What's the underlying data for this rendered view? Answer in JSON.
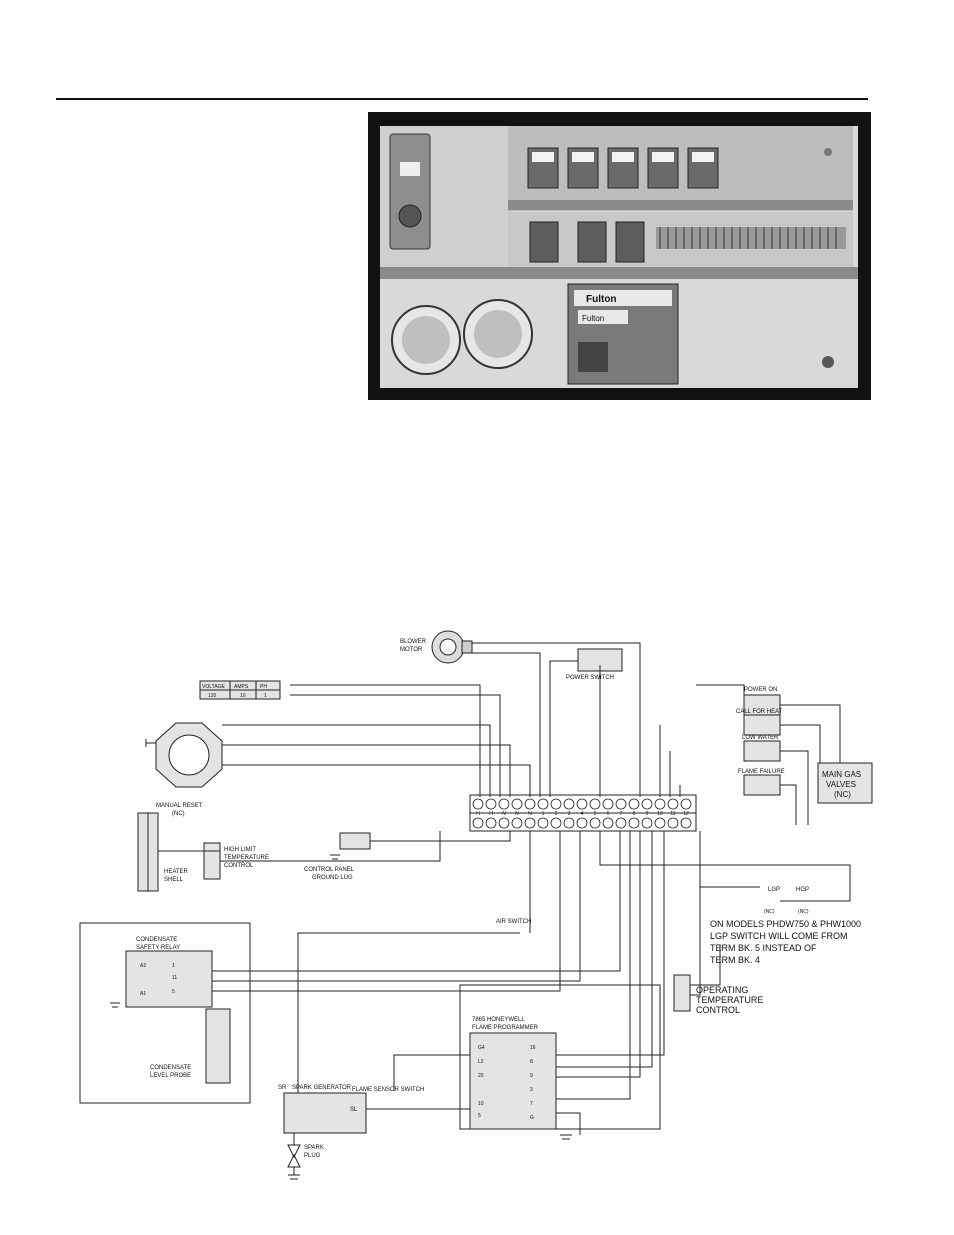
{
  "photo": {
    "brand_label": "Fulton",
    "brand_label_small": "Fulton"
  },
  "diagram": {
    "labels": {
      "blower_motor_1": "BLOWER",
      "blower_motor_2": "MOTOR",
      "power_switch": "POWER SWITCH",
      "power_on": "POWER ON",
      "call_for_heat": "CALL FOR HEAT",
      "low_water": "LOW WATER",
      "flame_failure": "FLAME FAILURE",
      "main_gas_1": "MAIN GAS",
      "main_gas_2": "VALVES",
      "main_gas_3": "(NC)",
      "manual_reset_1": "MANUAL RESET",
      "manual_reset_2": "(NC)",
      "heater_shell_1": "HEATER",
      "heater_shell_2": "SHELL",
      "high_limit_1": "HIGH LIMIT",
      "high_limit_2": "TEMPERATURE",
      "high_limit_3": "CONTROL",
      "ground_lug_1": "CONTROL PANEL",
      "ground_lug_2": "GROUND LUG",
      "air_switch": "AIR SWITCH",
      "condensate_relay_1": "CONDENSATE",
      "condensate_relay_2": "SAFETY RELAY",
      "condensate_probe_1": "CONDENSATE",
      "condensate_probe_2": "LEVEL PROBE",
      "programmer_1": "7865 HONEYWELL",
      "programmer_2": "FLAME PROGRAMMER",
      "operating_1": "OPERATING",
      "operating_2": "TEMPERATURE",
      "operating_3": "CONTROL",
      "spark_generator": "SPARK GENERATOR",
      "flame_sensor": "FLAME SENSOR SWITCH",
      "spark_plug_1": "SPARK",
      "spark_plug_2": "PLUG",
      "lgp": "LGP",
      "hgp": "HGP",
      "nc1": "(NC)",
      "nc2": "(NC)",
      "note_1": "ON MODELS PHDW750 & PHW1000",
      "note_2": "LGP SWITCH  WILL COME FROM",
      "note_3": "TERM BK. 5 INSTEAD OF",
      "note_4": "TERM BK. 4",
      "sr": "SR",
      "sl": "SL"
    },
    "power_table": {
      "headers": [
        "VOLTAGE",
        "AMPS",
        "PH"
      ],
      "values": [
        "120",
        "10",
        "1"
      ]
    },
    "terminal_top": [
      "H",
      "H",
      "N",
      "N",
      "N",
      "1",
      "2",
      "3",
      "4",
      "5",
      "6",
      "7",
      "8",
      "9",
      "10",
      "11",
      "12"
    ],
    "relay_terminals": [
      "A2",
      "1",
      "11",
      "A1",
      "5"
    ],
    "programmer_left": [
      "G4",
      "L2",
      "20",
      "10",
      "5"
    ],
    "programmer_right": [
      "16",
      "8",
      "9",
      "3",
      "7",
      "G"
    ]
  }
}
